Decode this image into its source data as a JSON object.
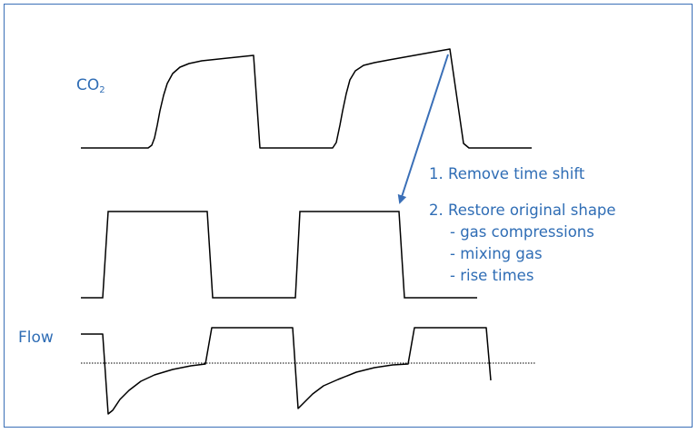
{
  "labels": {
    "co2_main": "CO",
    "co2_subscript": "2",
    "flow": "Flow"
  },
  "notes": {
    "step1": "1. Remove time shift",
    "step2": "2. Restore original shape",
    "sub_items": [
      "- gas compressions",
      "- mixing gas",
      "- rise times"
    ]
  },
  "colors": {
    "text_blue": "#2f6db5",
    "arrow_blue": "#3a6fb7",
    "frame_border": "#3a6fb7",
    "waveform": "#000000"
  }
}
